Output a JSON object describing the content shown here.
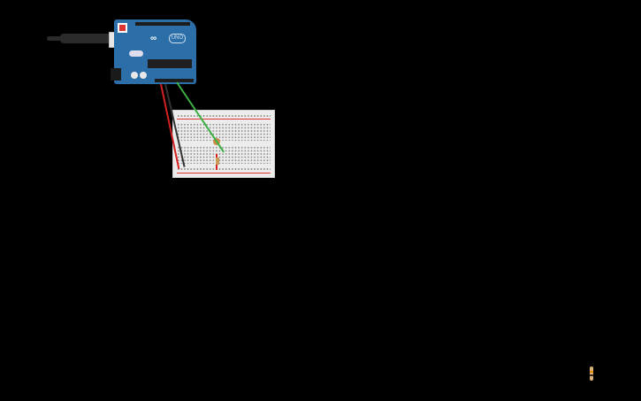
{
  "app": {
    "view": "circuit-editor-canvas"
  },
  "canvas": {
    "background": "#000000"
  },
  "components": {
    "arduino": {
      "name": "Arduino Uno R3",
      "logo_text": "∞",
      "model_badge": "UNO",
      "board_color": "#2b6ea8"
    },
    "usb_cable": {
      "name": "USB Cable",
      "color": "#2b2b2b"
    },
    "breadboard": {
      "name": "Breadboard Small",
      "color": "#ececec"
    },
    "photoresistor": {
      "name": "Photoresistor",
      "color": "#c98a4a"
    },
    "resistor_on_board": {
      "name": "Resistor",
      "color": "#c99a5a"
    },
    "resistor_loose": {
      "name": "Resistor",
      "color": "#d9b27a"
    }
  },
  "wires": [
    {
      "name": "red-wire",
      "color": "#d42020"
    },
    {
      "name": "black-wire",
      "color": "#333333"
    },
    {
      "name": "green-wire",
      "color": "#3cb043"
    }
  ]
}
